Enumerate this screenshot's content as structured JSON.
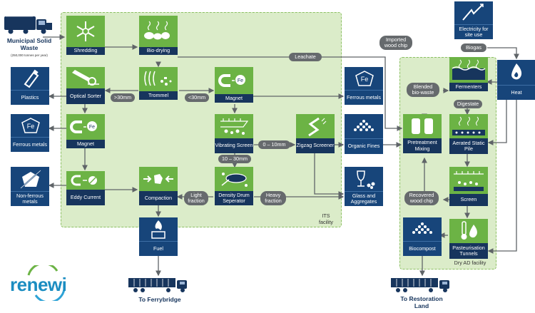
{
  "colors": {
    "green": "#6cb345",
    "navy": "#17355d",
    "blue": "#17457a",
    "facility": "#dbecc9",
    "pill": "#666a6d"
  },
  "source": {
    "title": "Municipal Solid Waste",
    "subtitle": "(250,000 tonnes per year)"
  },
  "its_label": "ITS facility",
  "dryad_label": "Dry AD facility",
  "nodes": {
    "shredding": "Shredding",
    "biodrying": "Bio-drying",
    "optical": "Optical Sorter",
    "trommel": "Trommel",
    "magnet2": "Magnet",
    "magnet1": "Magnet",
    "vibrating": "Vibrating Screen",
    "zigzag": "Zigzag Screener",
    "eddy": "Eddy Current",
    "compaction": "Compaction",
    "density": "Density Drum Seperator",
    "plastics": "Plastics",
    "ferrous_left": "Ferrous metals",
    "nonferrous": "Non-ferrous metals",
    "ferrous_mid": "Ferrous metals",
    "organic": "Organic Fines",
    "glass": "Glass and Aggregates",
    "fuel": "Fuel",
    "pretreat": "Pretreatment Mixing",
    "fermenters": "Fermenters",
    "aerated": "Aerated Static Pile",
    "screen": "Screen",
    "pasteurisation": "Pasteurisation Tunnels",
    "biocompost": "Biocompost",
    "heat": "Heat",
    "electricity": "Electricity for site use"
  },
  "pills": {
    "leachate": "Leachate",
    "gt30a": ">30mm",
    "lt30": "<30mm",
    "r0_10": "0 – 10mm",
    "r10_30": "10 – 30mm",
    "light": "Light fraction",
    "heavy": "Heavy fraction",
    "imported": "Imported wood chip",
    "blended": "Blended bio-waste",
    "digestate": "Digestate",
    "biogas": "Biogas",
    "recovered": "Recovered wood chip"
  },
  "destinations": {
    "ferrybridge": "To Ferrybridge",
    "restoration": "To Restoration Land"
  },
  "logo": {
    "text": "renewi"
  },
  "icons": {
    "shredding": "snowflake-shred-icon",
    "biodrying": "heat-pile-icon",
    "optical": "optical-sensor-icon",
    "trommel": "trommel-drum-icon",
    "magnet": "magnet-icon",
    "vibrating": "vibrating-screen-icon",
    "zigzag": "zigzag-icon",
    "eddy": "eddy-current-icon",
    "compaction": "compaction-icon",
    "density": "density-drum-icon",
    "plastics": "bottle-icon",
    "ferrous": "fe-rock-icon",
    "nonferrous": "crossed-rock-icon",
    "organic": "soil-pile-icon",
    "glass": "glass-icon",
    "fuel": "fire-block-icon",
    "pretreat": "tanks-icon",
    "fermenters": "fermenter-icon",
    "aerated": "aerated-pile-icon",
    "screen": "screen-icon",
    "pasteurisation": "thermometer-drop-icon",
    "biocompost": "compost-pile-icon",
    "heat": "flame-drop-icon",
    "electricity": "lightning-icon"
  }
}
